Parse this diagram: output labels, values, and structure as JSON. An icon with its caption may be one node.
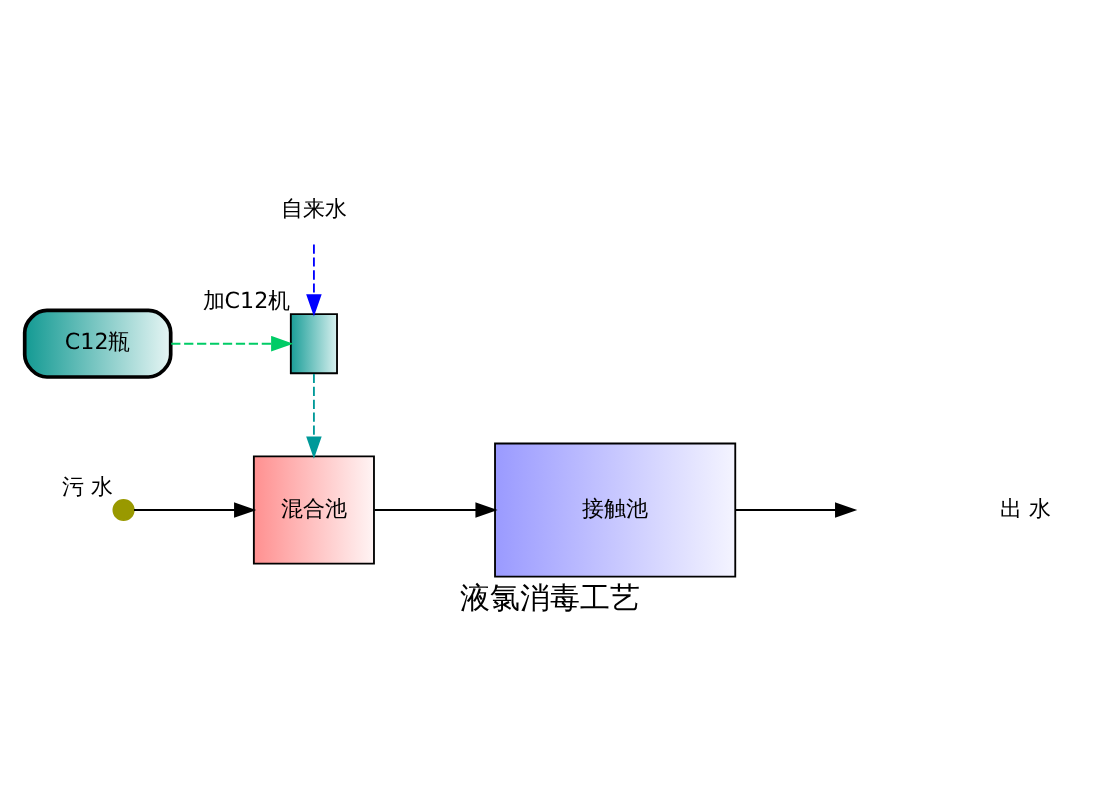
{
  "diagram": {
    "title": "液氯消毒工艺",
    "nodes": [
      {
        "text": [
          "C12瓶"
        ]
      },
      {
        "text": [
          "自来水"
        ]
      },
      {
        "text": [],
        "shape": "box",
        "beside": [
          "加C12机"
        ]
      },
      {
        "text": [],
        "shape": "circle",
        "beside": [
          "污 水"
        ]
      },
      {
        "text": [
          "混合池"
        ]
      },
      {
        "text": [
          "接触池"
        ]
      }
    ],
    "edges": [
      {
        "from": 1,
        "to": 2,
        "arrow": "to",
        "style": "dashed",
        "color": "#0000ff"
      },
      {
        "from": 0,
        "to": 2,
        "arrow": "to",
        "style": "dashed",
        "color": "#00cc66"
      },
      {
        "from": 2,
        "to": 4,
        "arrow": "to",
        "style": "dashed",
        "color": "#009999"
      },
      {
        "from": 3,
        "to": 4,
        "arrow": "to"
      },
      {
        "from": 4,
        "to": 5,
        "arrow": "to"
      },
      {
        "from": 5,
        "to": null,
        "arrow": "to"
      }
    ],
    "labels": [
      "出 水"
    ]
  }
}
